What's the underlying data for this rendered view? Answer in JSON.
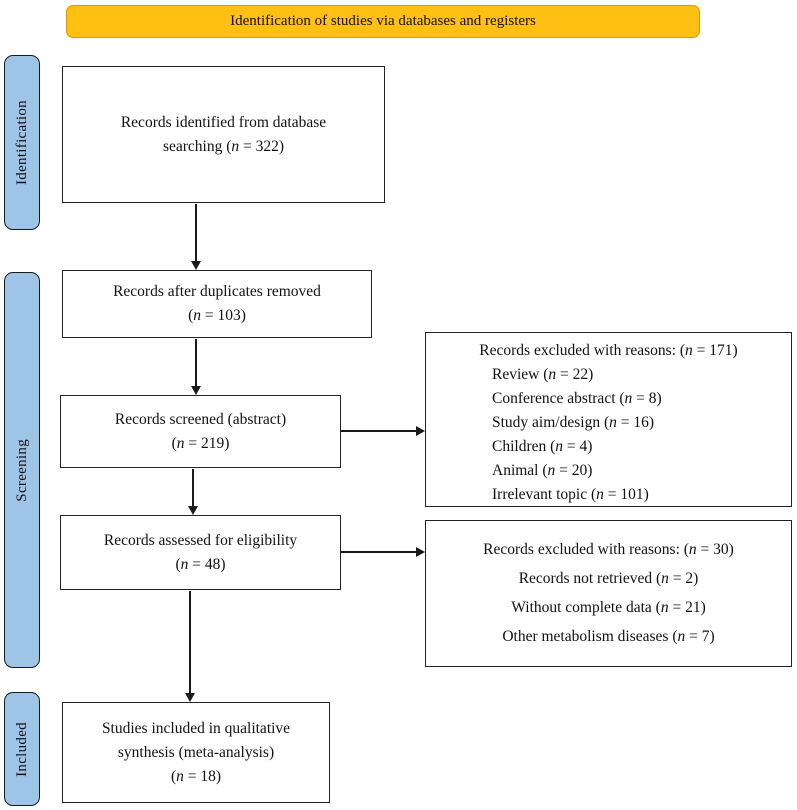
{
  "banner": {
    "label": "Identification of studies via databases and registers"
  },
  "stages": [
    {
      "label": "Identification"
    },
    {
      "label": "Screening"
    },
    {
      "label": "Included"
    }
  ],
  "flow_boxes": [
    {
      "name": "records-identified",
      "lines": [
        {
          "pre": "Records identified from database",
          "n": "",
          "post": ""
        },
        {
          "pre": "searching (",
          "n": "n",
          "post": " = 322)"
        }
      ]
    },
    {
      "name": "duplicates-removed",
      "lines": [
        {
          "pre": "Records after duplicates removed",
          "n": "",
          "post": ""
        },
        {
          "pre": "(",
          "n": "n",
          "post": " = 103)"
        }
      ]
    },
    {
      "name": "records-screened",
      "lines": [
        {
          "pre": "Records screened (abstract)",
          "n": "",
          "post": ""
        },
        {
          "pre": "(",
          "n": "n",
          "post": " = 219)"
        }
      ]
    },
    {
      "name": "assessed-eligibility",
      "lines": [
        {
          "pre": "Records assessed for eligibility",
          "n": "",
          "post": ""
        },
        {
          "pre": "(",
          "n": "n",
          "post": " = 48)"
        }
      ]
    },
    {
      "name": "included-synthesis",
      "lines": [
        {
          "pre": "Studies included in qualitative",
          "n": "",
          "post": ""
        },
        {
          "pre": "synthesis (meta-analysis)",
          "n": "",
          "post": ""
        },
        {
          "pre": "(",
          "n": "n",
          "post": " = 18)"
        }
      ]
    }
  ],
  "exclusion_boxes": [
    {
      "name": "excluded-screening",
      "header": {
        "pre": "Records excluded with reasons: (",
        "n": "n",
        "post": " = 171)"
      },
      "items": [
        {
          "pre": "Review (",
          "n": "n",
          "post": " = 22)"
        },
        {
          "pre": "Conference abstract (",
          "n": "n",
          "post": " = 8)"
        },
        {
          "pre": "Study aim/design (",
          "n": "n",
          "post": " = 16)"
        },
        {
          "pre": "Children (",
          "n": "n",
          "post": " = 4)"
        },
        {
          "pre": "Animal (",
          "n": "n",
          "post": " = 20)"
        },
        {
          "pre": "Irrelevant topic (",
          "n": "n",
          "post": " = 101)"
        }
      ]
    },
    {
      "name": "excluded-eligibility",
      "header": {
        "pre": "Records excluded with reasons: (",
        "n": "n",
        "post": " = 30)"
      },
      "items": [
        {
          "pre": "Records not retrieved (",
          "n": "n",
          "post": " = 2)"
        },
        {
          "pre": "Without complete data (",
          "n": "n",
          "post": " = 21)"
        },
        {
          "pre": "Other metabolism diseases (",
          "n": "n",
          "post": " = 7)"
        }
      ]
    }
  ],
  "colors": {
    "banner_bg": "#FDC013",
    "banner_border": "#D79B00",
    "stage_bg": "#9EC4E8",
    "box_border": "#222222",
    "arrow": "#1A1A1A"
  }
}
